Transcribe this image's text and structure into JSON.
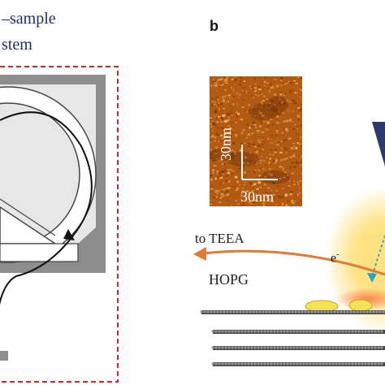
{
  "text": {
    "top_line1": "–sample",
    "top_line2": "stem",
    "panel_b": "b",
    "to_teea": "to TEEA",
    "electron": "e",
    "electron_sup": "-",
    "hopg": "HOPG",
    "scale_horizontal": "30nm",
    "scale_vertical": "30nm"
  },
  "colors": {
    "dashed_box": "#d9252b",
    "dark_gray": "#8d8d8d",
    "light_gray": "#e7e7e7",
    "stm_image": "#b35a12",
    "arrow_orange": "#e07a35",
    "glow": "#ffd23a",
    "title_blue": "#1f2f6e"
  }
}
